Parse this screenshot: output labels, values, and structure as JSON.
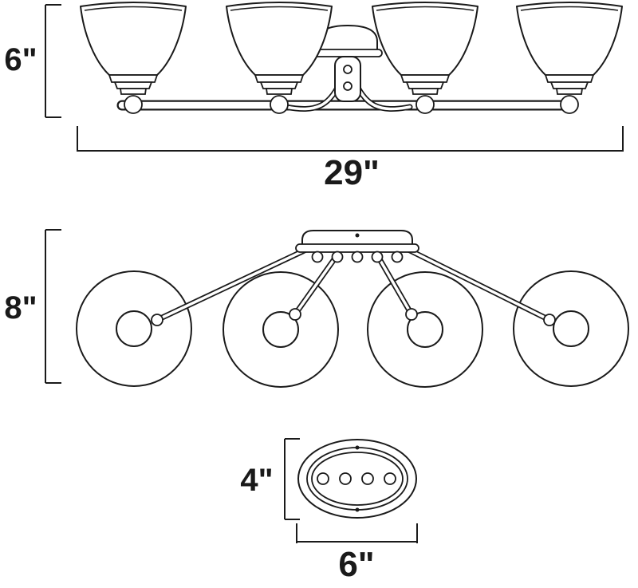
{
  "views": {
    "front": {
      "height_label": "6\"",
      "width_label": "29\""
    },
    "top": {
      "depth_label": "8\""
    },
    "canopy": {
      "height_label": "4\"",
      "width_label": "6\""
    }
  }
}
